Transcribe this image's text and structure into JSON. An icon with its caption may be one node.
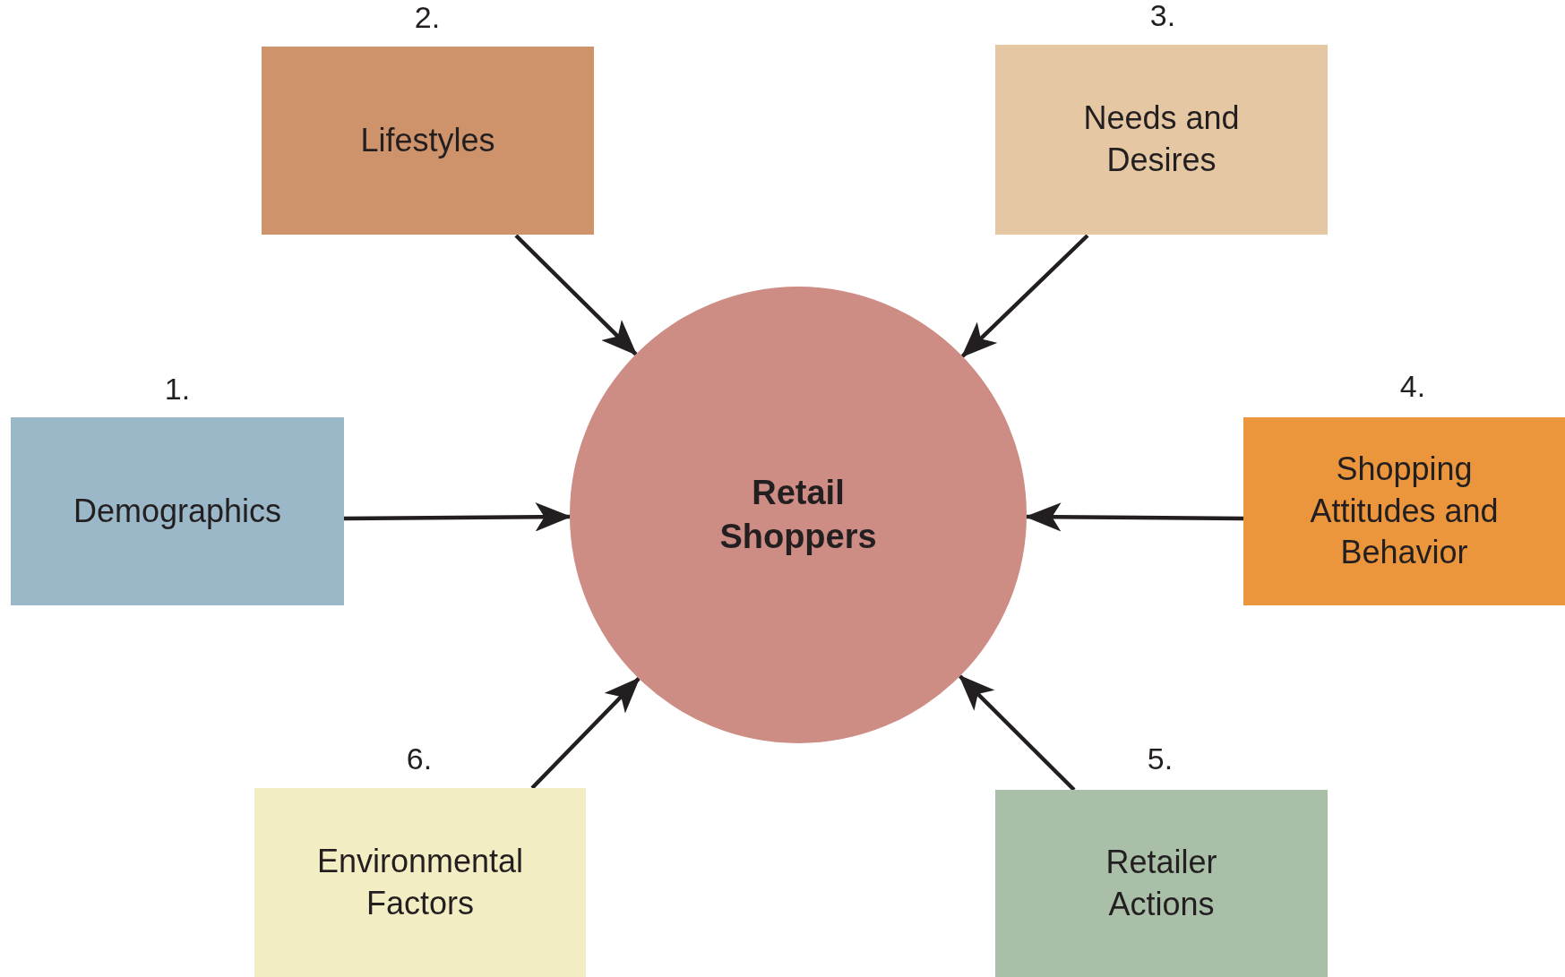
{
  "diagram": {
    "nodes": [
      {
        "text": [
          "Lifestyles"
        ],
        "beside": [
          "2."
        ]
      },
      {
        "text": [
          "Needs and Desires"
        ],
        "beside": [
          "3."
        ]
      },
      {
        "text": [
          "Demographics"
        ],
        "beside": [
          "1."
        ]
      },
      {
        "text": [
          "Retail Shoppers"
        ]
      },
      {
        "text": [
          "Shopping Attitudes and Behavior"
        ],
        "beside": [
          "4."
        ]
      },
      {
        "text": [
          "Environmental Factors"
        ],
        "beside": [
          "6."
        ]
      },
      {
        "text": [
          "Retailer Actions"
        ],
        "beside": [
          "5."
        ]
      }
    ],
    "edges": [
      {
        "from": 2,
        "to": 3,
        "arrow": "to"
      },
      {
        "from": 0,
        "to": 3,
        "arrow": "to"
      },
      {
        "from": 1,
        "to": 3,
        "arrow": "to"
      },
      {
        "from": 4,
        "to": 3,
        "arrow": "to"
      },
      {
        "from": 6,
        "to": 3,
        "arrow": "to"
      },
      {
        "from": 5,
        "to": 3,
        "arrow": "to"
      }
    ]
  }
}
